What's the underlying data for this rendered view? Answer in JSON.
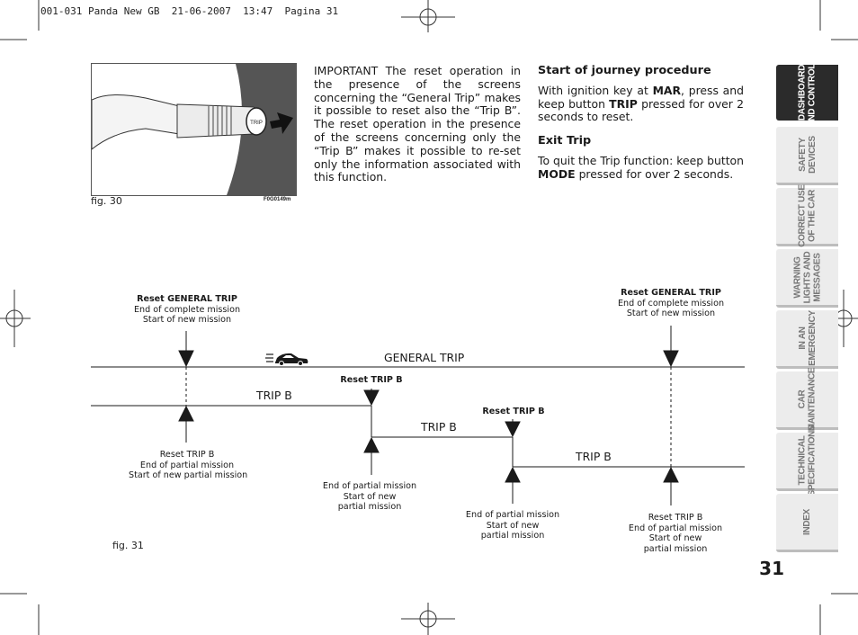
{
  "header": {
    "text": "001-031 Panda New GB  21-06-2007  13:47  Pagina 31"
  },
  "figure30": {
    "caption": "fig. 30",
    "code": "F0G0149m",
    "button_label": "TRIP"
  },
  "column1": {
    "text": "IMPORTANT The reset operation in the presence of the screens concerning the “General Trip” makes it possible to reset also the “Trip B”. The reset operation in the presence of the screens concerning only the “Trip B” makes it possible to re-set only the information associated with this function."
  },
  "column2": {
    "heading1": "Start of journey procedure",
    "p1_pre": "With ignition key at ",
    "p1_key": "MAR",
    "p1_mid": ", press and keep button ",
    "p1_btn": "TRIP",
    "p1_post": " pressed for over 2 seconds to reset.",
    "heading2": "Exit Trip",
    "p2_pre": "To quit the Trip function: keep button ",
    "p2_btn": "MODE",
    "p2_post": " pressed for over 2 seconds."
  },
  "diagram": {
    "caption": "fig. 31",
    "general_trip": "GENERAL TRIP",
    "trip_b": "TRIP B",
    "left_top": {
      "title_pre": "Reset ",
      "title_bold": "GENERAL TRIP",
      "line1": "End of complete mission",
      "line2": "Start of new mission"
    },
    "right_top": {
      "title_pre": "Reset ",
      "title_bold": "GENERAL TRIP",
      "line1": "End of complete mission",
      "line2": "Start of new mission"
    },
    "reset_trip_b": "Reset TRIP B",
    "left_bottom": {
      "line1": "Reset TRIP B",
      "line2": "End of partial mission",
      "line3": "Start of new partial mission"
    },
    "mid1_bottom": {
      "line1": "End of partial mission",
      "line2": "Start of new",
      "line3": "partial mission"
    },
    "mid2_bottom": {
      "line1": "End of partial mission",
      "line2": "Start of new",
      "line3": "partial mission"
    },
    "right_bottom": {
      "line1": "Reset TRIP B",
      "line2": "End of partial mission",
      "line3": "Start of new",
      "line4": "partial mission"
    }
  },
  "tabs": [
    {
      "label": "DASHBOARD\nAND CONTROLS",
      "active": true
    },
    {
      "label": "SAFETY\nDEVICES",
      "active": false
    },
    {
      "label": "CORRECT USE\nOF THE CAR",
      "active": false
    },
    {
      "label": "WARNING\nLIGHTS AND\nMESSAGES",
      "active": false
    },
    {
      "label": "IN AN\nEMERGENCY",
      "active": false
    },
    {
      "label": "CAR\nMAINTENANCE",
      "active": false
    },
    {
      "label": "TECHNICAL\nSPECIFICATIONS",
      "active": false
    },
    {
      "label": "INDEX",
      "active": false
    }
  ],
  "page_number": "31"
}
